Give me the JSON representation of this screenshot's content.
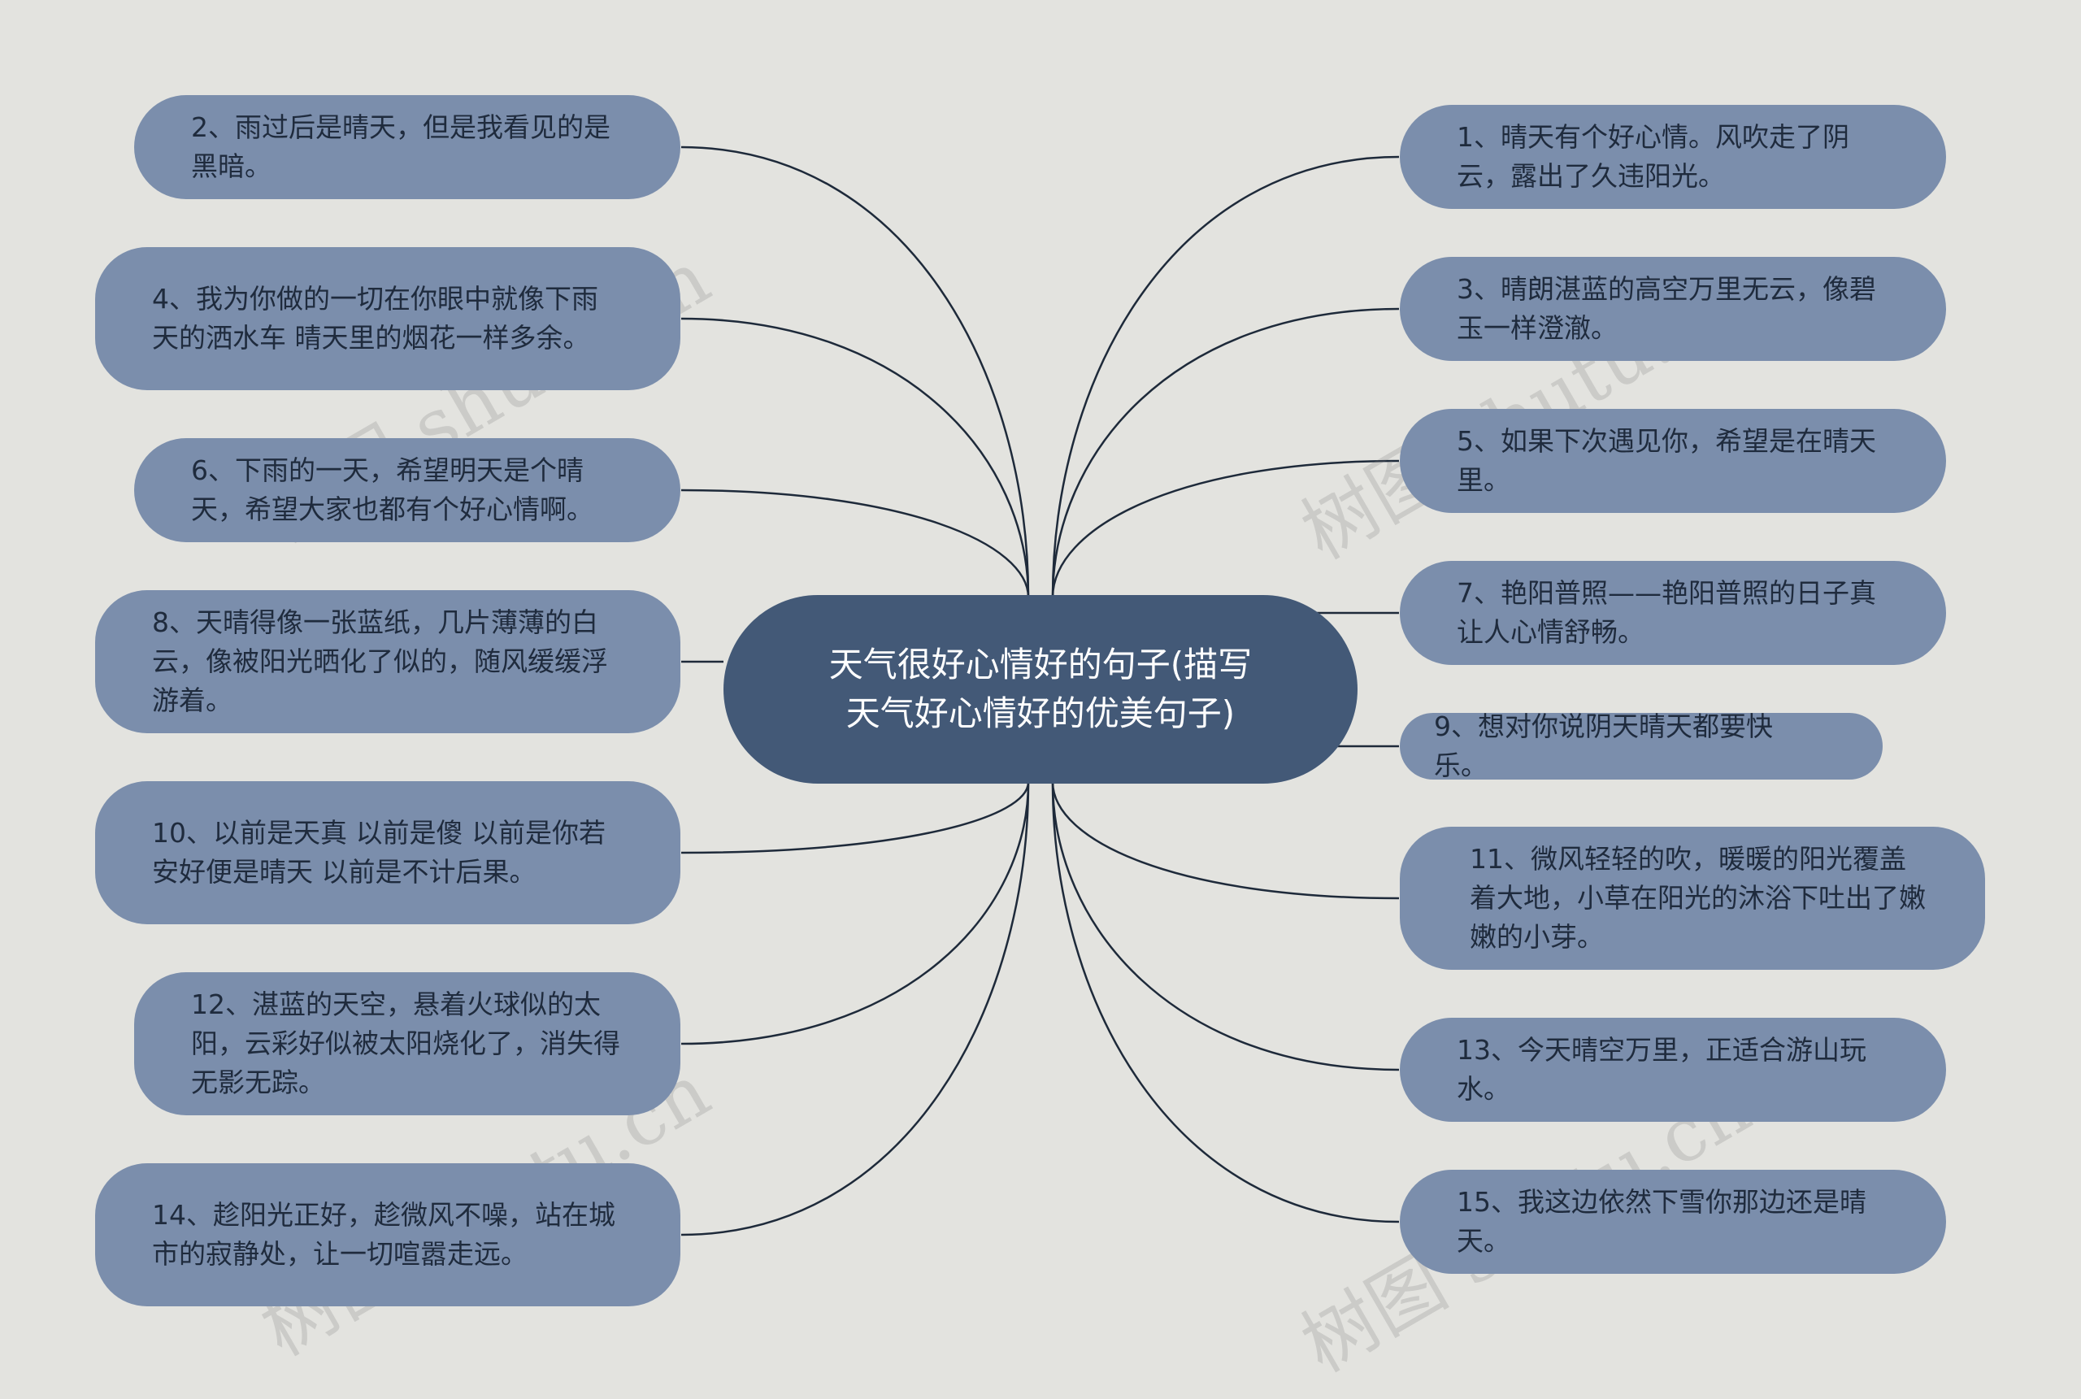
{
  "center": {
    "title": "天气很好心情好的句子(描写天气好心情好的优美句子)"
  },
  "left_nodes": [
    {
      "text": "2、雨过后是晴天，但是我看见的是黑暗。"
    },
    {
      "text": "4、我为你做的一切在你眼中就像下雨天的洒水车 晴天里的烟花一样多余。"
    },
    {
      "text": "6、下雨的一天，希望明天是个晴天，希望大家也都有个好心情啊。"
    },
    {
      "text": "8、天晴得像一张蓝纸，几片薄薄的白云，像被阳光晒化了似的，随风缓缓浮游着。"
    },
    {
      "text": "10、以前是天真 以前是傻 以前是你若安好便是晴天 以前是不计后果。"
    },
    {
      "text": "12、湛蓝的天空，悬着火球似的太阳，云彩好似被太阳烧化了，消失得无影无踪。"
    },
    {
      "text": "14、趁阳光正好，趁微风不噪，站在城市的寂静处，让一切喧嚣走远。"
    }
  ],
  "right_nodes": [
    {
      "text": "1、晴天有个好心情。风吹走了阴云，露出了久违阳光。"
    },
    {
      "text": "3、晴朗湛蓝的高空万里无云，像碧玉一样澄澈。"
    },
    {
      "text": "5、如果下次遇见你，希望是在晴天里。"
    },
    {
      "text": "7、艳阳普照——艳阳普照的日子真让人心情舒畅。"
    },
    {
      "text": "9、想对你说阴天晴天都要快乐。"
    },
    {
      "text": "11、微风轻轻的吹，暖暖的阳光覆盖着大地，小草在阳光的沐浴下吐出了嫩嫩的小芽。"
    },
    {
      "text": "13、今天晴空万里，正适合游山玩水。"
    },
    {
      "text": "15、我这边依然下雪你那边还是晴天。"
    }
  ],
  "watermark": "树图 shutu.cn",
  "colors": {
    "background": "#e3e3df",
    "node": "#7b8eac",
    "center": "#435977",
    "line": "#1e2a3a"
  }
}
